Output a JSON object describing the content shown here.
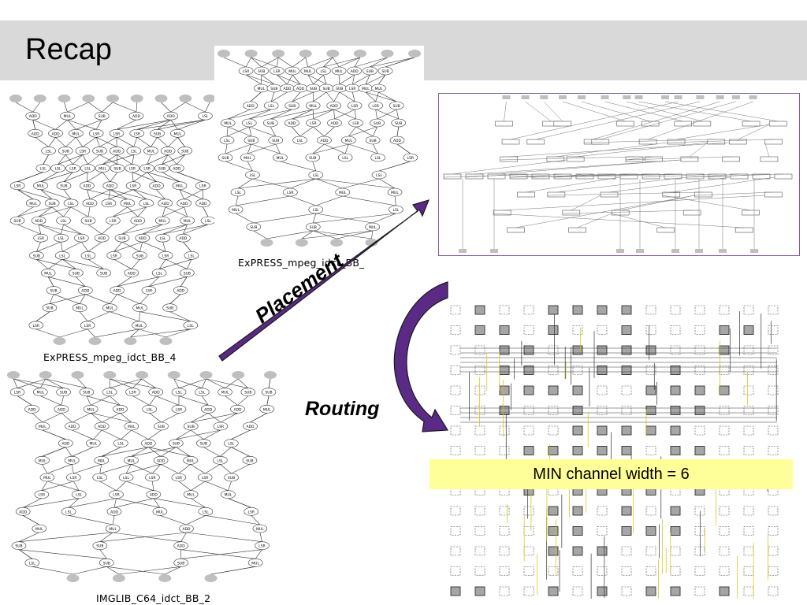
{
  "slide": {
    "title": "Recap",
    "captions": {
      "bb4": "ExPRESS_mpeg_idct_BB_4",
      "bb1": "ExPRESS_mpeg_idct_BB_1",
      "imglib": "IMGLIB_C64_idct_BB_2"
    },
    "arrows": {
      "placement": "Placement",
      "routing": "Routing"
    },
    "callout": "MIN channel width = 6",
    "colors": {
      "title_bar": "#d9d9d9",
      "arrow_fill": "#5b2a86",
      "placement_frame": "#7f5a9e",
      "callout_bg": "#ffff99",
      "graph_node_fill": "#bfbfbf",
      "route_wire": "#d4c000"
    },
    "op_labels": [
      "ADD",
      "SUB",
      "MUL",
      "LSR",
      "LSL"
    ]
  }
}
